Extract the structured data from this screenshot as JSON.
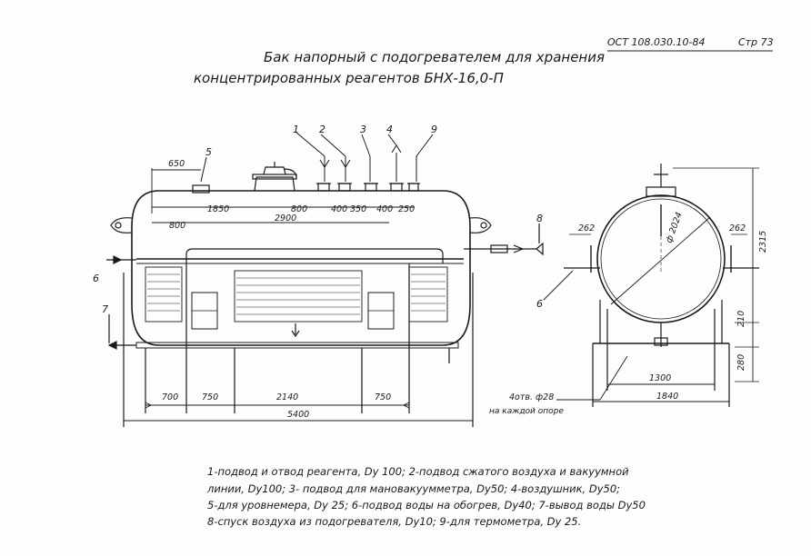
{
  "header": {
    "doc_number": "ОСТ 108.030.10-84",
    "page": "Стр 73"
  },
  "title": {
    "line1": "Бак напорный с подогревателем для хранения",
    "line2": "концентрированных реагентов БНХ-16,0-П"
  },
  "callouts": {
    "c1": "1",
    "c2": "2",
    "c3": "3",
    "c4": "4",
    "c9": "9",
    "c5": "5",
    "c6": "6",
    "c7": "7",
    "c8": "8",
    "c6_end": "6"
  },
  "dimensions": {
    "d650": "650",
    "d1850": "1850",
    "d800_top": "800",
    "d400_a": "400",
    "d350": "350",
    "d400_b": "400",
    "d250": "250",
    "d800_left": "800",
    "d2900": "2900",
    "d700": "700",
    "d750_a": "750",
    "d2140": "2140",
    "d750_b": "750",
    "d5400": "5400",
    "d262_left": "262",
    "d262_right": "262",
    "d2024": "ф 2024",
    "d2315": "2315",
    "d210": "210",
    "d280": "280",
    "d1300": "1300",
    "d1840": "1840",
    "holes": "4отв. ф28",
    "holes_note": "на каждой опоре"
  },
  "legend": {
    "line1": "1-подвод и отвод реагента, Dy 100; 2-подвод сжатого воздуха и вакуумной",
    "line2": "линии, Dy100; 3- подвод для мановакуумметра, Dy50; 4-воздушник, Dy50;",
    "line3": "5-для уровнемера, Dy 25; 6-подвод воды на обогрев, Dy40; 7-вывод воды Dy50",
    "line4": "8-спуск воздуха из подогревателя, Dy10; 9-для термометра, Dy 25."
  }
}
